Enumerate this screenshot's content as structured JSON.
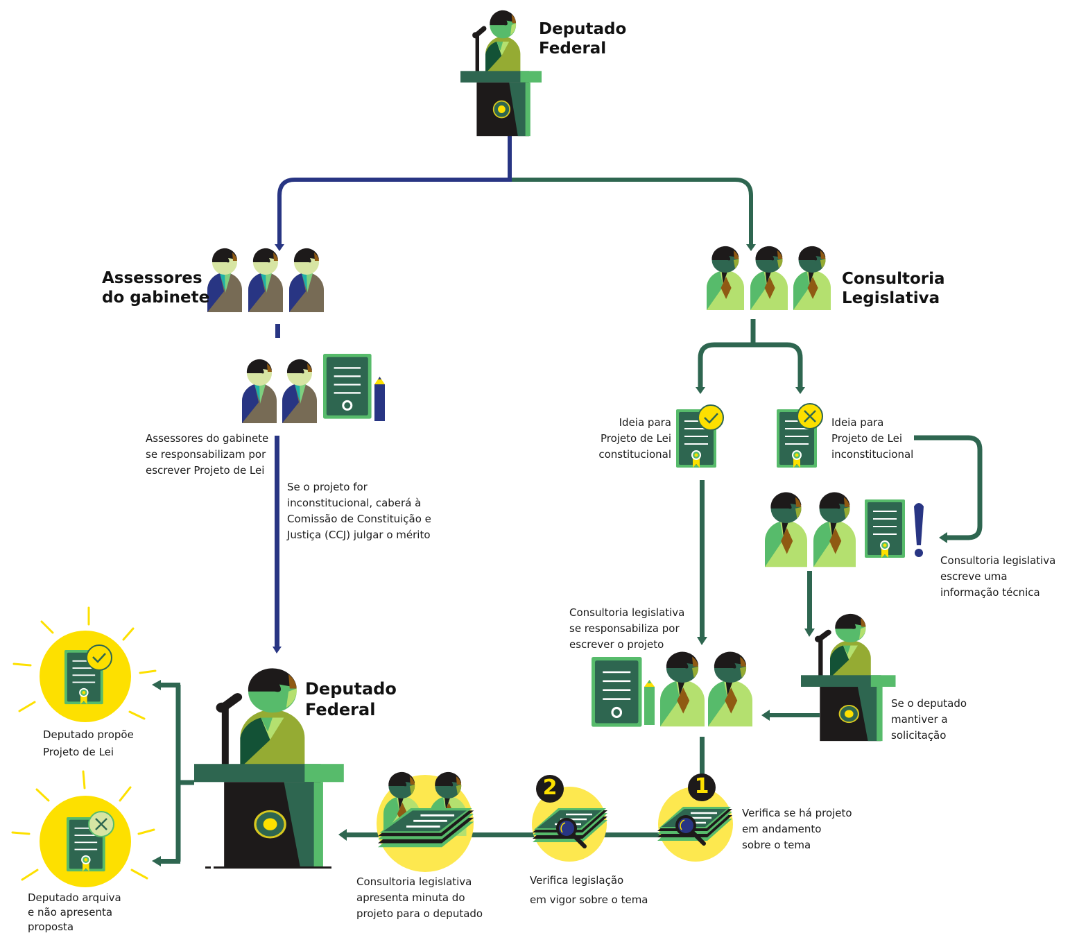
{
  "colors": {
    "navy": "#283583",
    "dark_green": "#2e6650",
    "green": "#57bb6b",
    "light_green": "#b4e06f",
    "olive": "#95ab33",
    "yellow": "#fde000",
    "pale_yellow": "#fde84f",
    "brown": "#8f5a13",
    "skin_pale": "#d7e5a3",
    "suit_brown": "#776b55",
    "teal": "#1fb1a7",
    "black": "#1d1a1a"
  },
  "nodes": {
    "top_deputado": {
      "title": "Deputado\nFederal"
    },
    "assessores": {
      "title": "Assessores\ndo gabinete"
    },
    "consultoria": {
      "title": "Consultoria\nLegislativa"
    },
    "assessores_escrevem": {
      "caption": "Assessores do gabinete\nse responsabilizam por\nescrever Projeto de Lei"
    },
    "ccj_note": {
      "caption": "Se o projeto for\ninconstitucional, caberá à\nComissão de Constituição e\nJustiça (CCJ) julgar o mérito"
    },
    "ideia_constitucional": {
      "caption": "Ideia para\nProjeto de Lei\nconstitucional"
    },
    "ideia_inconstitucional": {
      "caption": "Ideia para\nProjeto de Lei\ninconstitucional"
    },
    "informacao_tecnica": {
      "caption": "Consultoria legislativa\nescreve uma\ninformação técnica"
    },
    "consultoria_escreve": {
      "caption": "Consultoria legislativa\nse responsabiliza por\nescrever o projeto"
    },
    "deputado_mantem": {
      "caption": "Se o deputado\nmantiver a\nsolicitação"
    },
    "step1": {
      "number": "1",
      "caption": "Verifica se há projeto\nem andamento\nsobre o tema"
    },
    "step2": {
      "number": "2",
      "caption": "Verifica legislação\nem vigor sobre o tema"
    },
    "minuta": {
      "caption": "Consultoria legislativa\napresenta minuta do\nprojeto para o deputado"
    },
    "bottom_deputado": {
      "title": "Deputado\nFederal"
    },
    "propoe": {
      "caption": "Deputado propõe\nProjeto de Lei"
    },
    "arquiva": {
      "caption": "Deputado arquiva\ne não apresenta\nproposta"
    }
  }
}
